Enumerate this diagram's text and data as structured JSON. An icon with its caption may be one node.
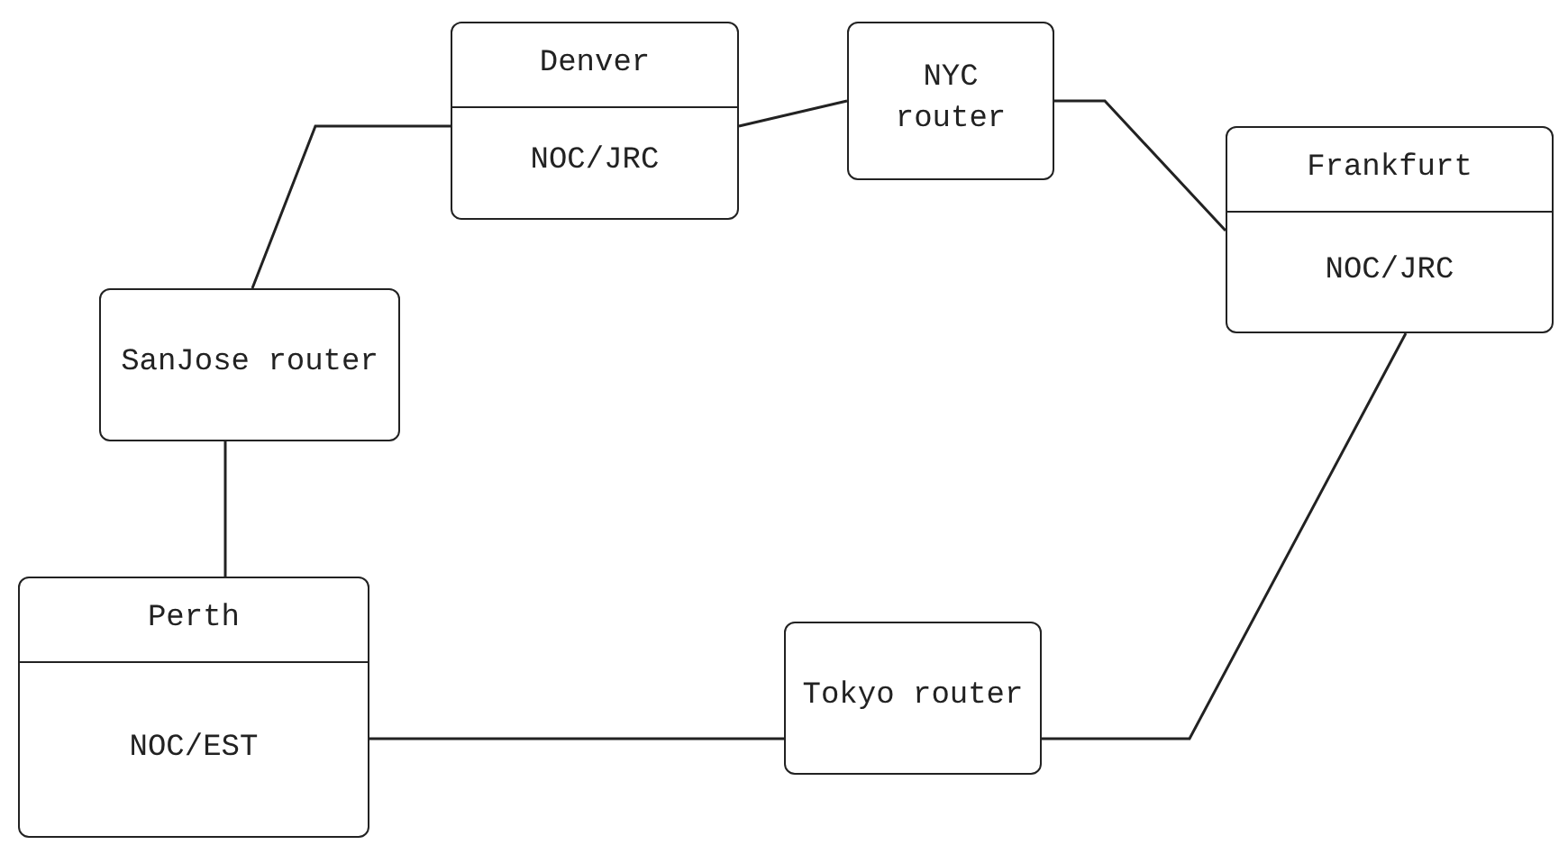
{
  "diagram": {
    "nodes": [
      {
        "text": [
          "Denver",
          "NOC/JRC"
        ]
      },
      {
        "text": [
          "NYC router"
        ]
      },
      {
        "text": [
          "Frankfurt",
          "NOC/JRC"
        ]
      },
      {
        "text": [
          "SanJose router"
        ]
      },
      {
        "text": [
          "Perth",
          "NOC/EST"
        ]
      },
      {
        "text": [
          "Tokyo router"
        ]
      }
    ],
    "edges": [
      {
        "from": 3,
        "to": 0,
        "arrow": "none"
      },
      {
        "from": 0,
        "to": 1,
        "arrow": "none"
      },
      {
        "from": 1,
        "to": 2,
        "arrow": "none"
      },
      {
        "from": 3,
        "to": 4,
        "arrow": "none"
      },
      {
        "from": 4,
        "to": 5,
        "arrow": "none"
      },
      {
        "from": 5,
        "to": 2,
        "arrow": "none"
      }
    ]
  }
}
